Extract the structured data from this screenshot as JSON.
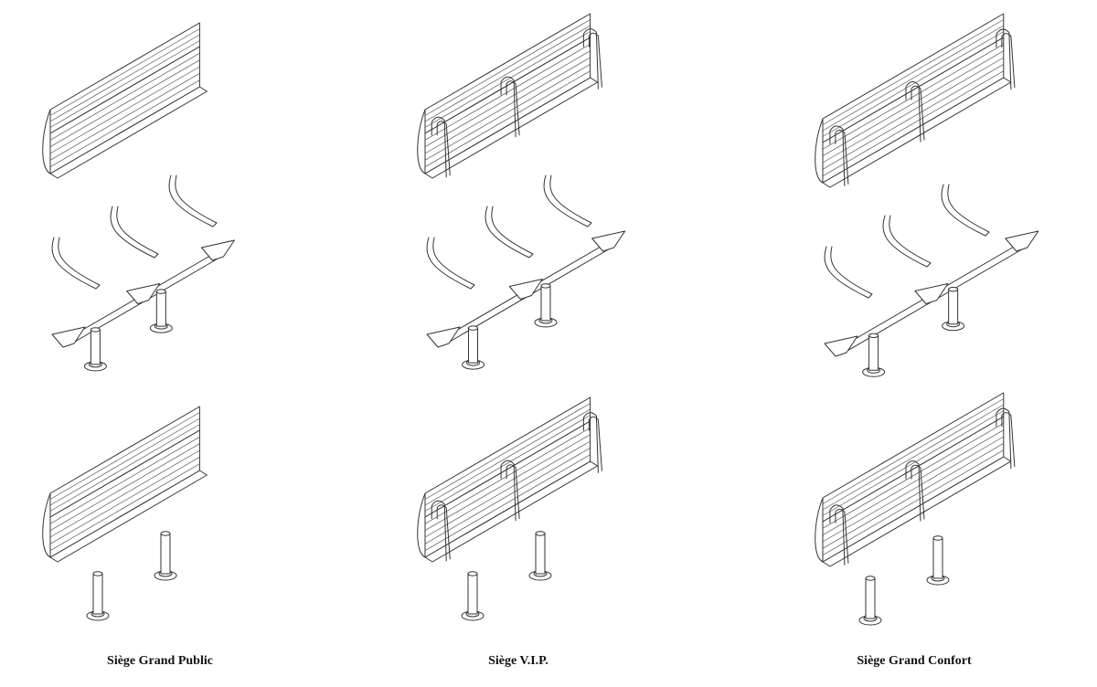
{
  "captions": {
    "grand_public": "Siège Grand Public",
    "vip": "Siège V.I.P.",
    "grand_confort": "Siège Grand Confort"
  },
  "variants": [
    {
      "key": "grand_public",
      "armrests": 0
    },
    {
      "key": "vip",
      "armrests": 3
    },
    {
      "key": "grand_confort",
      "armrests": 3
    }
  ],
  "colors": {
    "line": "#333333",
    "background": "#ffffff"
  }
}
